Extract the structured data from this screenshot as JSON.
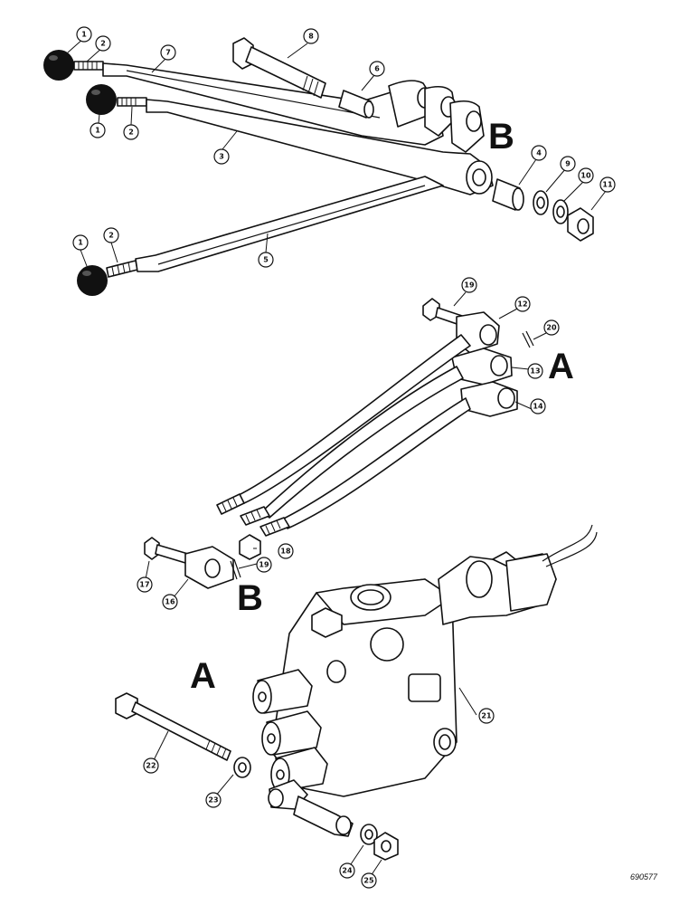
{
  "labels": {
    "b_top": "B",
    "a_middle": "A",
    "b_bottom": "B",
    "a_bottom": "A"
  },
  "callouts": {
    "c1a": "1",
    "c2a": "2",
    "c7": "7",
    "c8a": "8",
    "c6": "6",
    "c1b": "1",
    "c2b": "2",
    "c3": "3",
    "c4": "4",
    "c9": "9",
    "c10": "10",
    "c11": "11",
    "c1c": "1",
    "c2c": "2",
    "c5": "5",
    "c19a": "19",
    "c12": "12",
    "c20": "20",
    "c13": "13",
    "c14": "14",
    "c18": "18",
    "c19b": "19",
    "c17": "17",
    "c16": "16",
    "c21": "21",
    "c22": "22",
    "c23": "23",
    "c24": "24",
    "c25": "25"
  },
  "figure_code": "690577"
}
